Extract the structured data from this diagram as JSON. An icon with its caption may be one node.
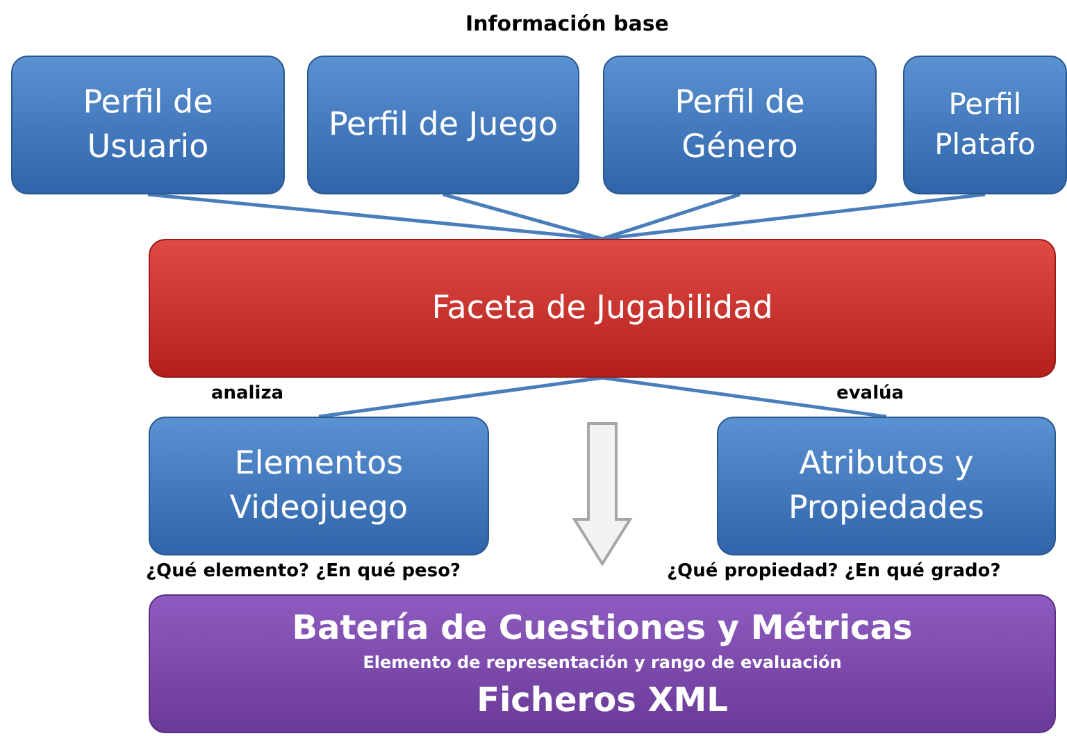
{
  "diagram": {
    "title": "Información base",
    "nodes": [
      {
        "text": [
          "Perfil de Usuario"
        ]
      },
      {
        "text": [
          "Perfil de Juego"
        ]
      },
      {
        "text": [
          "Perfil de Género"
        ]
      },
      {
        "text": [
          "Perfil Platafo"
        ]
      },
      {
        "text": [
          "Faceta de Jugabilidad"
        ]
      },
      {
        "text": [
          "Elementos Videojuego"
        ],
        "beside": [
          "¿Qué elemento? ¿En qué peso?"
        ]
      },
      {
        "text": [
          "Atributos y Propiedades"
        ],
        "beside": [
          "¿Qué propiedad? ¿En qué grado?"
        ]
      },
      {
        "text": [
          "Batería de Cuestiones y Métricas",
          "Elemento de representación y rango de evaluación",
          "Ficheros XML"
        ]
      }
    ],
    "edges": [
      {
        "from": 0,
        "to": 4,
        "arrow": "none"
      },
      {
        "from": 1,
        "to": 4,
        "arrow": "none"
      },
      {
        "from": 2,
        "to": 4,
        "arrow": "none"
      },
      {
        "from": 3,
        "to": 4,
        "arrow": "none"
      },
      {
        "from": 4,
        "to": 5,
        "arrow": "none",
        "label": "analiza"
      },
      {
        "from": 4,
        "to": 6,
        "arrow": "none",
        "label": "evalúa"
      },
      {
        "from": 4,
        "to": 7,
        "arrow": "to",
        "style": "thick",
        "color": "#a6a6a6"
      }
    ]
  }
}
